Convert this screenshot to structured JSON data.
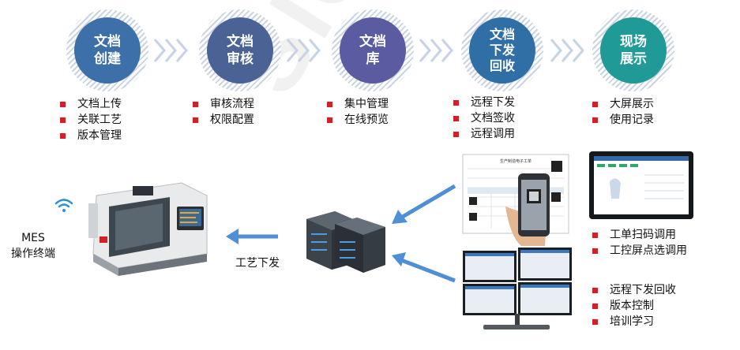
{
  "watermark": "SIGER",
  "stages": [
    {
      "title": "文档\n创建",
      "color": "#3d6fa8",
      "bullets": [
        "文档上传",
        "关联工艺",
        "版本管理"
      ]
    },
    {
      "title": "文档\n审核",
      "color": "#4a6394",
      "bullets": [
        "审核流程",
        "权限配置"
      ]
    },
    {
      "title": "文档\n库",
      "color": "#5a5ba0",
      "bullets": [
        "集中管理",
        "在线预览"
      ]
    },
    {
      "title": "文档\n下发\n回收",
      "color": "#2f6fa6",
      "bullets": [
        "远程下发",
        "文档签收",
        "远程调用"
      ]
    },
    {
      "title": "现场\n展示",
      "color": "#1f9a96",
      "bullets": [
        "大屏展示",
        "使用记录"
      ]
    }
  ],
  "mes_label": "MES\n操作终端",
  "process_label": "工艺下发",
  "scan_list": [
    "工单扫码调用",
    "工控屏点选调用"
  ],
  "monitor_list": [
    "远程下发回收",
    "版本控制",
    "培训学习"
  ],
  "document_title": "生产制造电子工单",
  "colors": {
    "accent_red": "#d41f26",
    "arrow_blue": "#4f8fd6",
    "chevron": "#c6d3e4"
  }
}
